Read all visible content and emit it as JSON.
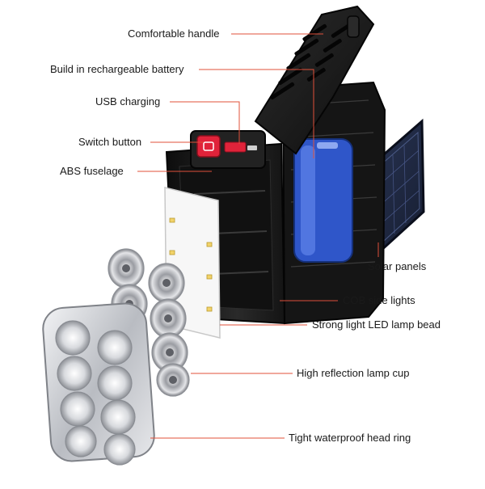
{
  "labels": {
    "handle": "Comfortable handle",
    "battery": "Build in rechargeable battery",
    "usb": "USB charging",
    "switch": "Switch button",
    "fuselage": "ABS fuselage",
    "solar": "Solar panels",
    "cob": "COB side lights",
    "led": "Strong light LED lamp bead",
    "cup": "High reflection lamp cup",
    "ring": "Tight waterproof head ring"
  },
  "colors": {
    "leader_line": "#e0503a",
    "body": "#1c1c1c",
    "battery": "#2f56c9",
    "switch": "#e0233a",
    "cob": "#f3d21a",
    "solar": "#1f2a4a",
    "chrome": "#c9cbd0"
  }
}
